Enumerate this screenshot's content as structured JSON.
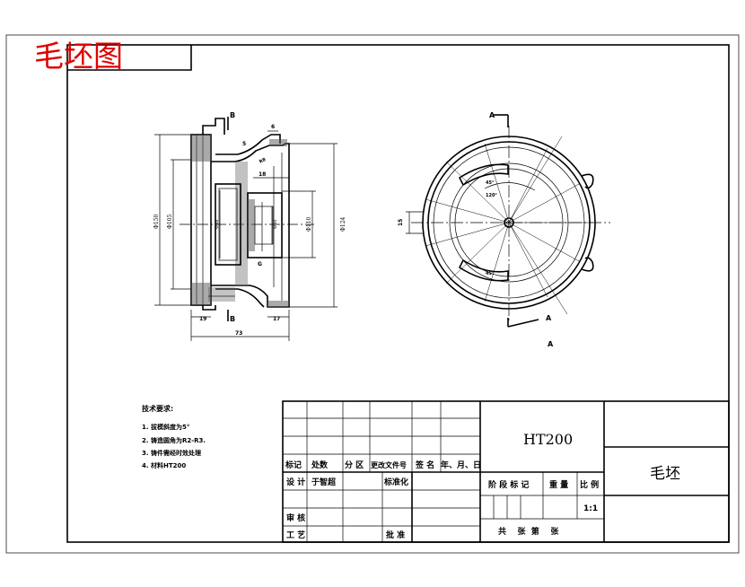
{
  "stamp": {
    "text": "毛坯图",
    "color": "#e00000"
  },
  "section_marks": {
    "a": "A",
    "b": "B"
  },
  "dims": {
    "left_overall": "Φ150",
    "left_inner": "Φ105",
    "left_bore": "Φ48",
    "mid_bore": "Φ60",
    "right_a": "Φ110",
    "right_b": "Φ124",
    "top_6": "6",
    "top_18": "18",
    "top_5": "5",
    "top_r": "R8",
    "bot_19": "19",
    "bot_17": "17",
    "bot_73": "73",
    "g_mark": "G",
    "ang_45_top": "45°",
    "ang_120": "120°",
    "ang_45_bot": "45°",
    "left_15": "15"
  },
  "notes": {
    "title": "技术要求:",
    "items": [
      "1. 拔模斜度为5°",
      "2. 铸造圆角为R2-R3.",
      "3. 铸件需经时效处理",
      "4. 材料HT200"
    ]
  },
  "title_block": {
    "material": "HT200",
    "part_name": "毛坯",
    "rev_headers": [
      "标记",
      "处数",
      "分 区",
      "更改文件号",
      "签 名",
      "年、月、日"
    ],
    "design_label": "设 计",
    "designer": "于智超",
    "std_label": "标准化",
    "check_label": "审 核",
    "process_label": "工 艺",
    "approve_label": "批 准",
    "stage_label": "阶 段 标 记",
    "weight_label": "重 量",
    "scale_label": "比 例",
    "scale_value": "1:1",
    "sheets_label": "共    张  第    张"
  }
}
